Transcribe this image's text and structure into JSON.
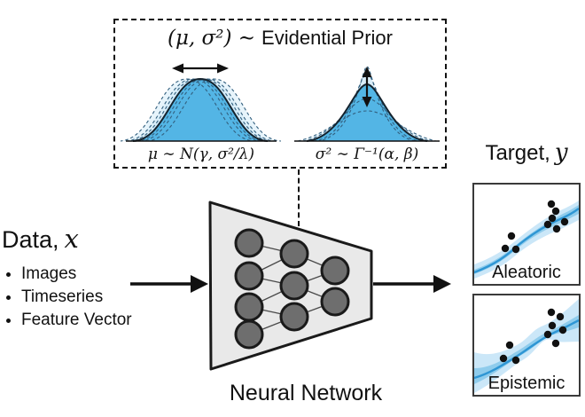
{
  "prior_box": {
    "title_math": "(μ, σ²) ∼",
    "title_text": "Evidential Prior",
    "left_dist_label": "μ ∼ N(γ, σ²/λ)",
    "right_dist_label": "σ² ∼ Γ⁻¹(α, β)"
  },
  "data_panel": {
    "heading_text": "Data,",
    "heading_symbol": "x",
    "items": [
      "Images",
      "Timeseries",
      "Feature Vector"
    ]
  },
  "network": {
    "label": "Neural Network",
    "layers": [
      4,
      3,
      2
    ]
  },
  "target_panel": {
    "heading_text": "Target,",
    "heading_symbol": "y",
    "plots": [
      {
        "label": "Aleatoric",
        "dots": [
          [
            87,
            22
          ],
          [
            92,
            30
          ],
          [
            88,
            38
          ],
          [
            83,
            45
          ],
          [
            102,
            42
          ],
          [
            93,
            50
          ],
          [
            42,
            58
          ],
          [
            35,
            72
          ],
          [
            47,
            73
          ]
        ]
      },
      {
        "label": "Epistemic",
        "dots": [
          [
            87,
            19
          ],
          [
            97,
            24
          ],
          [
            88,
            34
          ],
          [
            83,
            44
          ],
          [
            100,
            39
          ],
          [
            92,
            54
          ],
          [
            40,
            56
          ],
          [
            33,
            71
          ],
          [
            47,
            73
          ]
        ]
      }
    ]
  },
  "colors": {
    "dist_fill": "#4cb2e4",
    "dist_fill_light": "#c9e6f7",
    "dashed_curve_stroke": "#33607f",
    "solid_curve_stroke": "#14232e",
    "band_outer": "#cbe7f8",
    "band_inner": "#8fccec",
    "regression_line": "#2e96d4",
    "node_fill": "#6e6e6e",
    "trapezoid_fill": "#e9e9e9",
    "outline": "#1a1a1a"
  }
}
